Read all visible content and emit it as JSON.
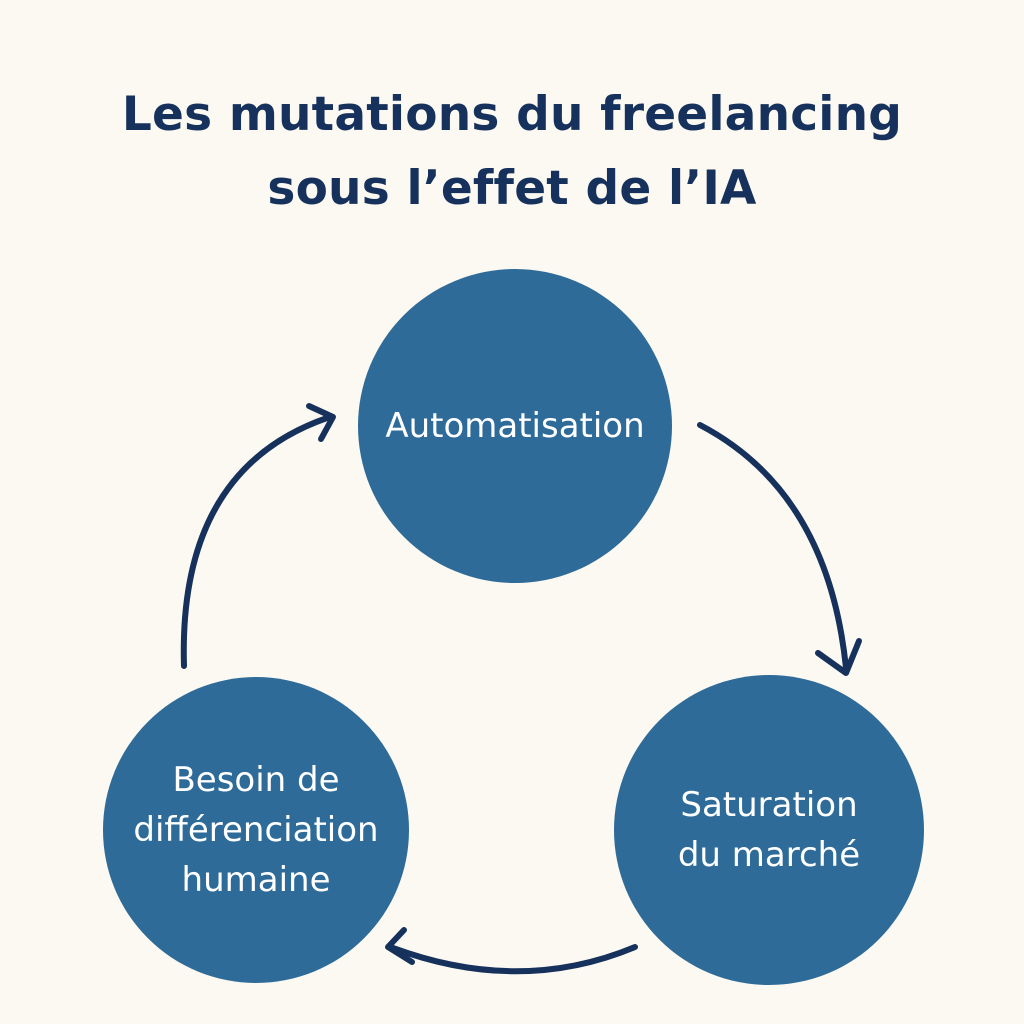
{
  "diagram": {
    "title_lines": [
      "Les mutations du freelancing",
      "sous l’effet de l’IA"
    ],
    "nodes": [
      {
        "id": "automatisation",
        "lines": [
          "Automatisation"
        ]
      },
      {
        "id": "saturation",
        "lines": [
          "Saturation",
          "du marché"
        ]
      },
      {
        "id": "differenciation",
        "lines": [
          "Besoin de",
          "différenciation",
          "humaine"
        ]
      }
    ],
    "edges": [
      {
        "from": "automatisation",
        "to": "saturation"
      },
      {
        "from": "saturation",
        "to": "differenciation"
      },
      {
        "from": "differenciation",
        "to": "automatisation"
      }
    ],
    "colors": {
      "background": "#fcf9f2",
      "title": "#16325c",
      "node_fill": "#2e6b98",
      "node_text": "#ffffff",
      "arrow": "#16325c"
    }
  }
}
